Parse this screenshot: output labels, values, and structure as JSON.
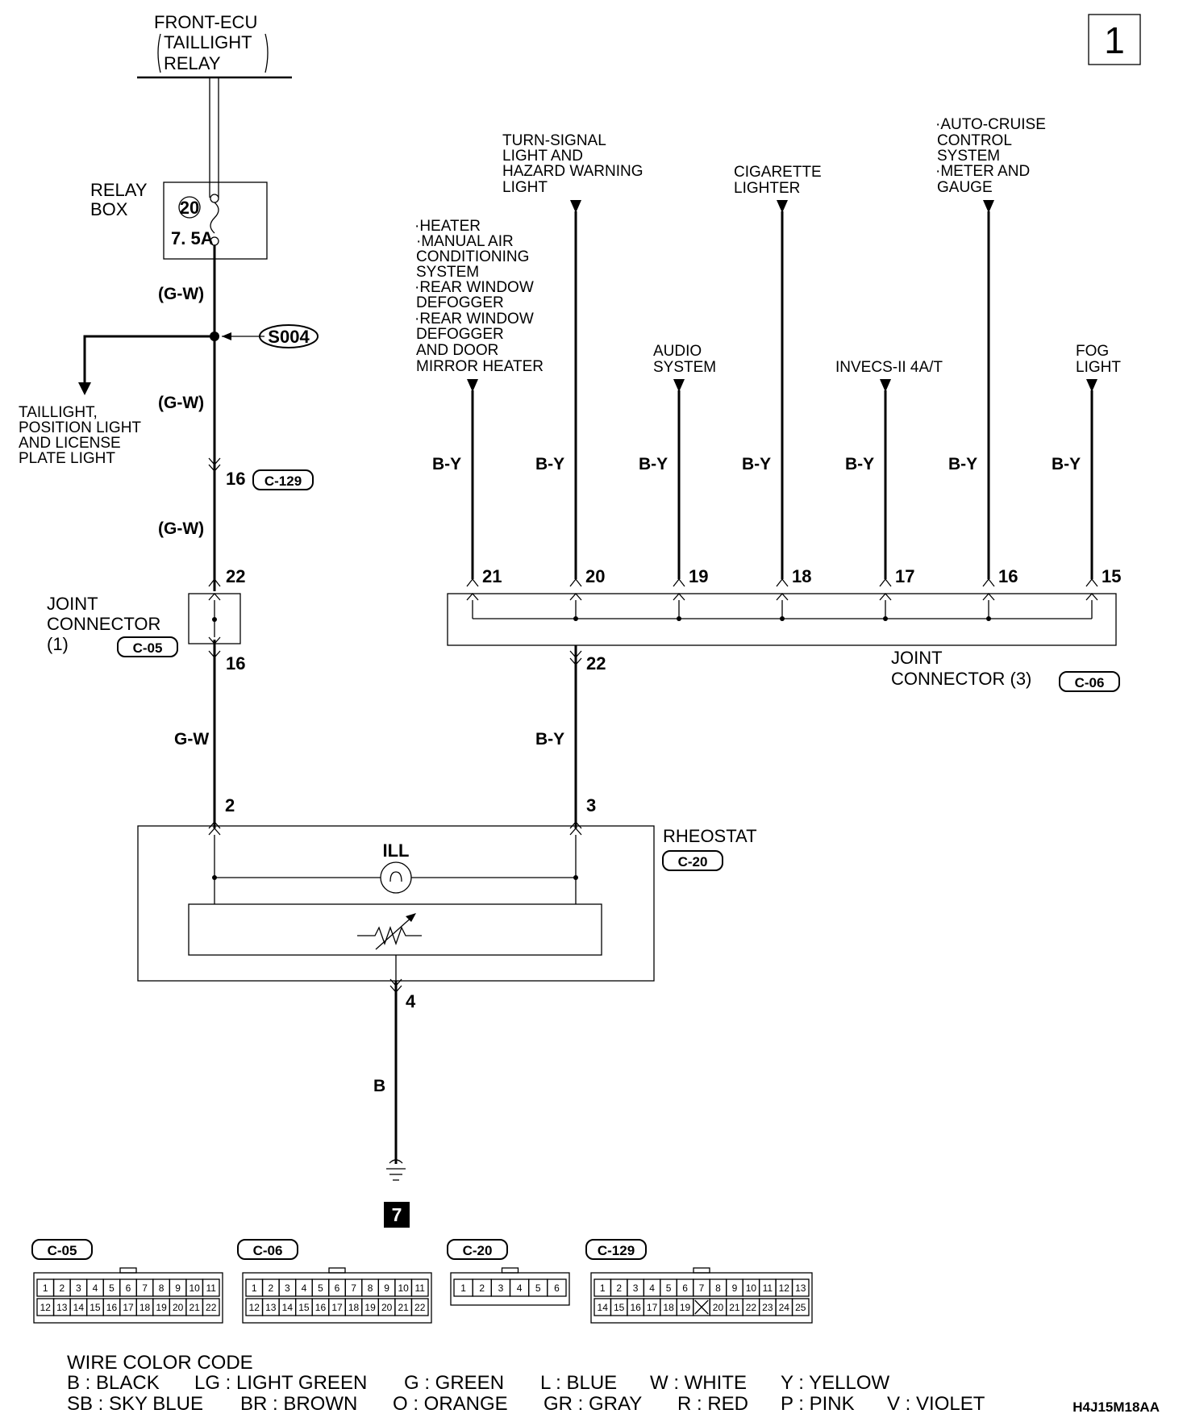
{
  "page_number": "1",
  "diagram_code": "H4J15M18AA",
  "front_ecu": {
    "lines": [
      "FRONT-ECU",
      "TAILLIGHT",
      "RELAY"
    ]
  },
  "relay_box": {
    "label_lines": [
      "RELAY",
      "BOX"
    ],
    "fuse_number": "20",
    "fuse_rating": "7. 5A"
  },
  "splice": {
    "id": "S004"
  },
  "left_branch": {
    "lines": [
      "TAILLIGHT,",
      "POSITION LIGHT",
      "AND LICENSE",
      "PLATE LIGHT"
    ]
  },
  "wires": {
    "gw": "(G-W)",
    "gw_plain": "G-W",
    "by": "B-Y",
    "b": "B"
  },
  "c129": {
    "pin": "16",
    "id": "C-129"
  },
  "joint1": {
    "label_lines": [
      "JOINT",
      "CONNECTOR",
      "(1)"
    ],
    "id": "C-05",
    "pin_in": "22",
    "pin_out": "16"
  },
  "joint3": {
    "label_lines": [
      "JOINT",
      "CONNECTOR (3)"
    ],
    "id": "C-06",
    "pin_out": "22",
    "pins": [
      "21",
      "20",
      "19",
      "18",
      "17",
      "16",
      "15"
    ]
  },
  "destinations": {
    "heater": [
      "·HEATER",
      "·MANUAL AIR",
      "CONDITIONING",
      "SYSTEM",
      "·REAR WINDOW",
      "DEFOGGER",
      "·REAR WINDOW",
      "DEFOGGER",
      "AND DOOR",
      "MIRROR HEATER"
    ],
    "turn": [
      "TURN-SIGNAL",
      "LIGHT AND",
      "HAZARD WARNING",
      "LIGHT"
    ],
    "audio": [
      "AUDIO",
      "SYSTEM"
    ],
    "cig": [
      "CIGARETTE",
      "LIGHTER"
    ],
    "invecs": [
      "INVECS-II 4A/T"
    ],
    "cruise": [
      "·AUTO-CRUISE",
      "CONTROL",
      "SYSTEM",
      "·METER AND",
      "GAUGE"
    ],
    "fog": [
      "FOG",
      "LIGHT"
    ]
  },
  "rheostat": {
    "label": "RHEOSTAT",
    "id": "C-20",
    "ill": "ILL",
    "pin_left": "2",
    "pin_right": "3",
    "pin_bottom": "4"
  },
  "ground": {
    "number": "7"
  },
  "connectors": [
    {
      "id": "C-05",
      "row1": [
        "1",
        "2",
        "3",
        "4",
        "5",
        "6",
        "7",
        "8",
        "9",
        "10",
        "11"
      ],
      "row2": [
        "12",
        "13",
        "14",
        "15",
        "16",
        "17",
        "18",
        "19",
        "20",
        "21",
        "22"
      ]
    },
    {
      "id": "C-06",
      "row1": [
        "1",
        "2",
        "3",
        "4",
        "5",
        "6",
        "7",
        "8",
        "9",
        "10",
        "11"
      ],
      "row2": [
        "12",
        "13",
        "14",
        "15",
        "16",
        "17",
        "18",
        "19",
        "20",
        "21",
        "22"
      ]
    },
    {
      "id": "C-20",
      "row1": [
        "1",
        "2",
        "3",
        "4",
        "5",
        "6"
      ]
    },
    {
      "id": "C-129",
      "row1": [
        "1",
        "2",
        "3",
        "4",
        "5",
        "6",
        "7",
        "8",
        "9",
        "10",
        "11",
        "12",
        "13"
      ],
      "row2": [
        "14",
        "15",
        "16",
        "17",
        "18",
        "19",
        "",
        "20",
        "21",
        "22",
        "23",
        "24",
        "25"
      ]
    }
  ],
  "legend": {
    "title": "WIRE COLOR CODE",
    "row1": [
      "B : BLACK",
      "LG : LIGHT GREEN",
      "G : GREEN",
      "L : BLUE",
      "W : WHITE",
      "Y : YELLOW"
    ],
    "row2": [
      "SB : SKY BLUE",
      "BR : BROWN",
      "O : ORANGE",
      "GR : GRAY",
      "R : RED",
      "P : PINK",
      "V : VIOLET"
    ]
  }
}
